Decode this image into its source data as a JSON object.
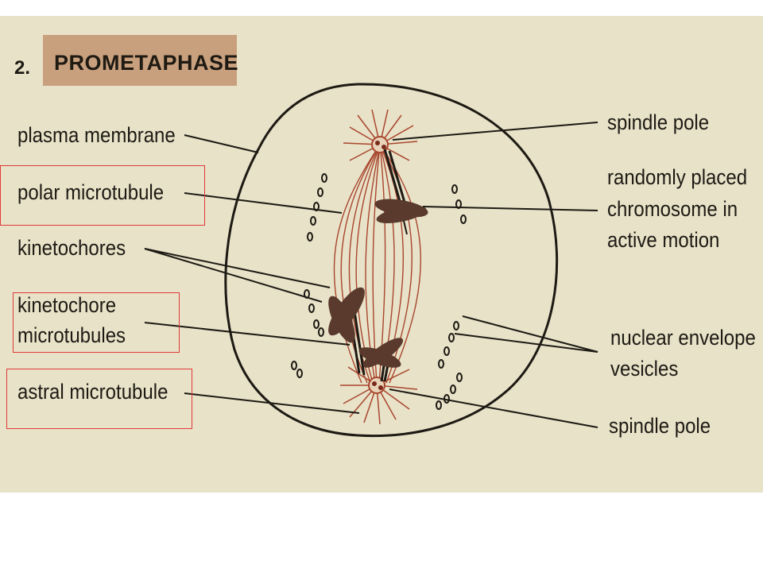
{
  "heading": {
    "number": "2.",
    "title": "PROMETAPHASE"
  },
  "labels_left": {
    "plasma_membrane": "plasma membrane",
    "polar_microtubule": "polar microtubule",
    "kinetochores": "kinetochores",
    "kinetochore_microtubules_line1": "kinetochore",
    "kinetochore_microtubules_line2": "microtubules",
    "astral_microtubule": "astral microtubule"
  },
  "labels_right": {
    "spindle_pole_top": "spindle pole",
    "random_chromosome_line1": "randomly placed",
    "random_chromosome_line2": "chromosome in",
    "random_chromosome_line3": "active motion",
    "nuclear_envelope_line1": "nuclear envelope",
    "nuclear_envelope_line2": "vesicles",
    "spindle_pole_bottom": "spindle pole"
  },
  "colors": {
    "background": "#e8e2c8",
    "title_box": "#c8a07e",
    "microtubule": "#a8462e",
    "chromosome": "#5a3a2c",
    "outline": "#1d1a14",
    "highlight_box": "#e03a3a"
  }
}
